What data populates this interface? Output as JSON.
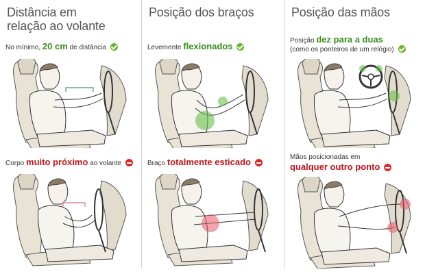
{
  "col1": {
    "title_line1": "Distância em",
    "title_line2": "relação ao volante",
    "top": {
      "prefix": "No mínimo,",
      "highlight": "20 cm",
      "suffix": "de distância",
      "status_icon": "check-icon"
    },
    "bottom": {
      "prefix": "Corpo",
      "highlight": "muito próximo",
      "suffix": "ao volante",
      "status_icon": "no-entry-icon"
    }
  },
  "col2": {
    "title": "Posição dos braços",
    "top": {
      "prefix": "Levemente",
      "highlight": "flexionados",
      "status_icon": "check-icon"
    },
    "bottom": {
      "prefix": "Braço",
      "highlight": "totalmente esticado",
      "status_icon": "no-entry-icon"
    }
  },
  "col3": {
    "title": "Posição das mãos",
    "top": {
      "prefix": "Posição",
      "highlight": "dez para a duas",
      "note": "(como os ponteiros de um relógio)",
      "status_icon": "check-icon"
    },
    "bottom": {
      "line1": "Mãos posicionadas em",
      "highlight": "qualquer outro ponto",
      "status_icon": "no-entry-icon"
    }
  },
  "colors": {
    "good": "#3b8e1e",
    "bad": "#c0141b",
    "good_marker": "#6bbf4a",
    "bad_marker": "#e85a6a"
  }
}
